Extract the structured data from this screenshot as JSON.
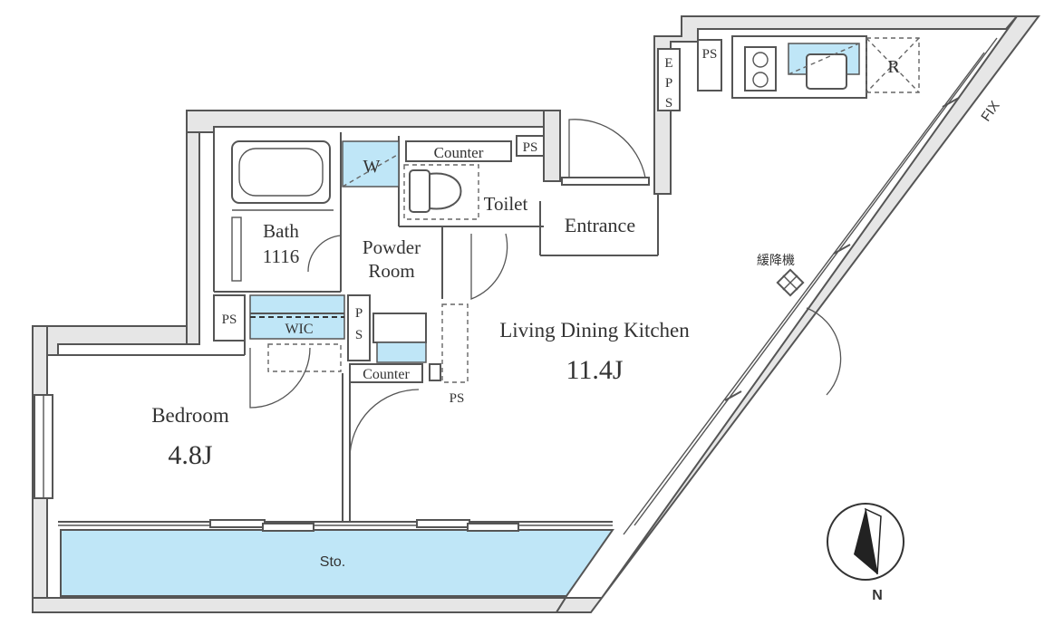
{
  "colors": {
    "storage_fill": "#bfe6f7",
    "fixture_fill": "#bfe6f7",
    "wall_fill": "#e6e6e6",
    "line": "#555555"
  },
  "rooms": {
    "bath_name": "Bath",
    "bath_size": "1116",
    "powder_line1": "Powder",
    "powder_line2": "Room",
    "toilet": "Toilet",
    "entrance": "Entrance",
    "ldk_name": "Living Dining Kitchen",
    "ldk_size": "11.4J",
    "bedroom_name": "Bedroom",
    "bedroom_size": "4.8J",
    "storage": "Sto.",
    "wic": "WIC"
  },
  "labels": {
    "counter_top": "Counter",
    "counter_bottom": "Counter",
    "ps_toilet": "PS",
    "ps_kitchen": "PS",
    "ps_wic_left": "PS",
    "ps_wic_right_1": "P",
    "ps_wic_right_2": "S",
    "ps_ldk": "PS",
    "eps_1": "E",
    "eps_2": "P",
    "eps_3": "S",
    "washer": "W",
    "fridge": "R",
    "fix": "FIX",
    "evacuator": "緩降機"
  },
  "compass": {
    "north": "N"
  },
  "icons": [
    "compass-icon",
    "stove-icon",
    "sink-icon",
    "bathtub-icon",
    "toilet-icon",
    "washer-icon",
    "fridge-icon",
    "evacuator-icon"
  ]
}
